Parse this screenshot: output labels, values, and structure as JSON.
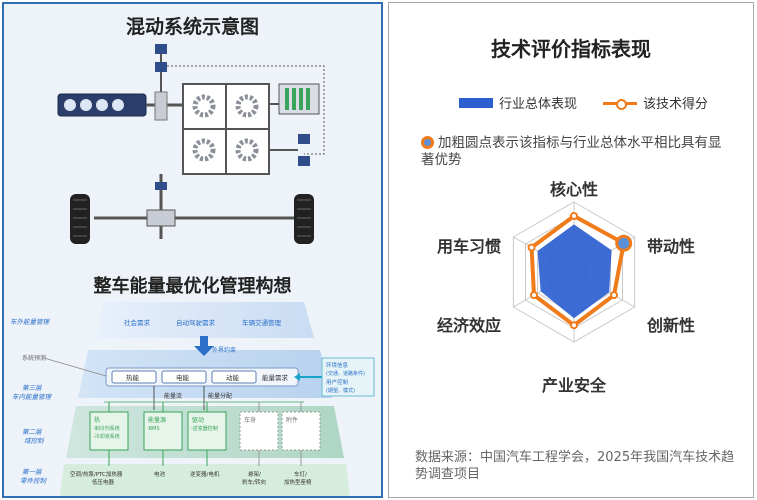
{
  "left": {
    "system_title": "混动系统示意图",
    "energy_title": "整车能量最优化管理构想",
    "layers": {
      "l4": "车外能量管理",
      "l3": "第三层\n车内能量管理",
      "l2": "第二层\n域控制",
      "l1": "第一层\n零件控制",
      "sys_predict": "系统预测"
    },
    "top_items": [
      "社会需求",
      "自动驾驶需求",
      "车辆交通管理"
    ],
    "external_constraint": "外界约束",
    "middle": [
      "热能",
      "电能",
      "动能",
      "能量需求"
    ],
    "flow_labels": [
      "能量流",
      "能量分配"
    ],
    "env_box": [
      "环境信息",
      "(交通、道路条件)",
      "用户控制",
      "(期望、模式)"
    ],
    "domains": [
      {
        "title": "热",
        "lines": [
          "-制冷剂系统",
          "-冷却液系统"
        ]
      },
      {
        "title": "能量源",
        "lines": [
          "-BMS"
        ]
      },
      {
        "title": "驱动",
        "lines": [
          "-逆变器控制"
        ]
      },
      {
        "title": "车身",
        "lines": []
      },
      {
        "title": "附件",
        "lines": []
      }
    ],
    "parts": [
      "空调/热泵/PTC加热器",
      "低压电器",
      "电池",
      "逆变器/电机",
      "悬架/",
      "刹车/转向",
      "车灯/",
      "加热型座椅"
    ]
  },
  "right": {
    "title": "技术评价指标表现",
    "legend": {
      "industry": "行业总体表现",
      "tech": "该技术得分"
    },
    "note": "加粗圆点表示该指标与行业总体水平相比具有显著优势",
    "source": "数据来源：中国汽车工程学会，2025年我国汽车技术趋势调查项目"
  },
  "chart_data": {
    "type": "radar",
    "axes": [
      "核心性",
      "带动性",
      "创新性",
      "产业安全",
      "经济效应",
      "用车习惯"
    ],
    "series": [
      {
        "name": "行业总体表现",
        "values": [
          0.68,
          0.62,
          0.58,
          0.66,
          0.55,
          0.6
        ],
        "color": "#2d5fd1"
      },
      {
        "name": "该技术得分",
        "values": [
          0.8,
          0.82,
          0.66,
          0.76,
          0.66,
          0.7
        ],
        "color": "#f07b1a"
      }
    ],
    "highlight_axes": [
      "带动性"
    ],
    "rings": 5,
    "range": [
      0,
      1
    ]
  },
  "colors": {
    "accent_blue": "#2f6eb5",
    "orange": "#f07b1a",
    "green": "#3aa55a",
    "cyan": "#1aa3c8"
  }
}
